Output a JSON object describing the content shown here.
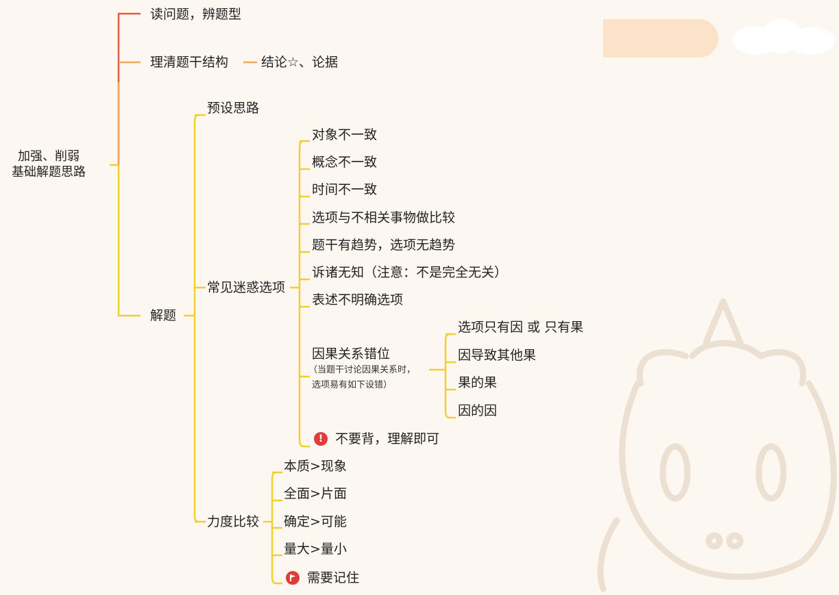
{
  "root": {
    "line1": "加强、削弱",
    "line2": "基础解题思路"
  },
  "l1": {
    "read": "读问题，辨题型",
    "structure": "理清题干结构",
    "solve": "解题"
  },
  "structure_child": "结论☆、论据",
  "solve_children": {
    "preset": "预设思路",
    "distractors": "常见迷惑选项",
    "strength": "力度比较"
  },
  "distractor_items": {
    "object": "对象不一致",
    "concept": "概念不一致",
    "time": "时间不一致",
    "irrelevant": "选项与不相关事物做比较",
    "trend": "题干有趋势，选项无趋势",
    "ignorance": "诉诸无知（注意：不是完全无关）",
    "vague": "表述不明确选项",
    "causal": "因果关系错位",
    "causal_note1": "（当题干讨论因果关系时，",
    "causal_note2": "选项易有如下设错）",
    "remember": "不要背，理解即可"
  },
  "causal_items": {
    "only": "选项只有因  或 只有果",
    "other": "因导致其他果",
    "effect": "果的果",
    "cause": "因的因"
  },
  "strength_items": {
    "essence": "本质>现象",
    "complete": "全面>片面",
    "certain": "确定>可能",
    "amount": "量大>量小",
    "memorize": "需要记住"
  },
  "icons": {
    "warning": "exclamation-icon",
    "flag": "flag-icon"
  },
  "colors": {
    "red": "#e05a4a",
    "orange": "#f0a860",
    "yellow": "#f0cf30",
    "icon_red": "#e23b3b",
    "background": "#fdf7f2"
  }
}
